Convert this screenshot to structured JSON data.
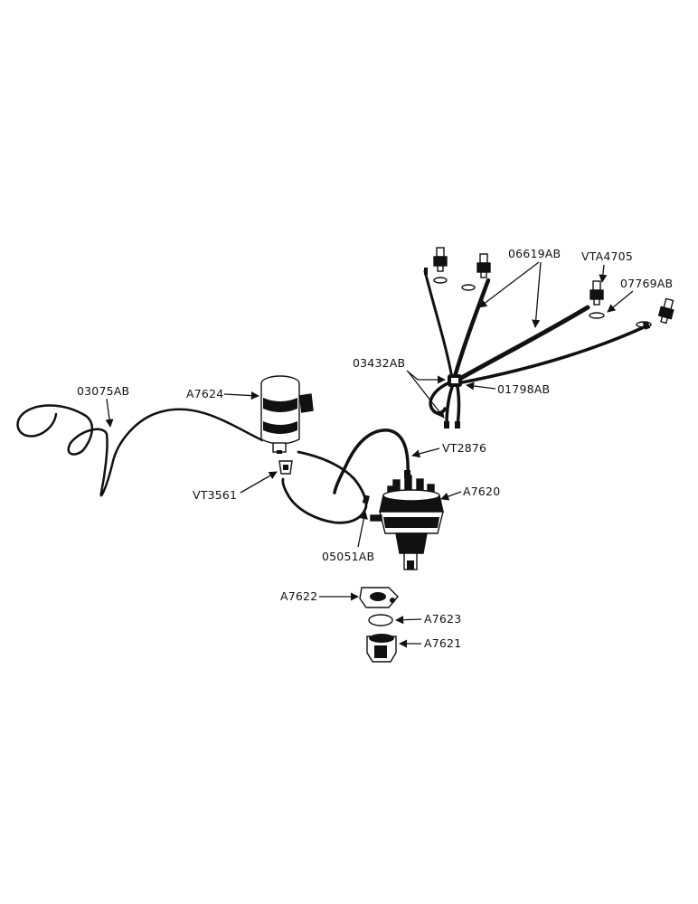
{
  "labels": {
    "p06619ab": "06619AB",
    "vta4705": "VTA4705",
    "p07769ab": "07769AB",
    "p03432ab": "03432AB",
    "p01798ab": "01798AB",
    "p03075ab": "03075AB",
    "a7624": "A7624",
    "vt2876": "VT2876",
    "vt3561": "VT3561",
    "a7620": "A7620",
    "p05051ab": "05051AB",
    "a7622": "A7622",
    "a7623": "A7623",
    "a7621": "A7621"
  }
}
